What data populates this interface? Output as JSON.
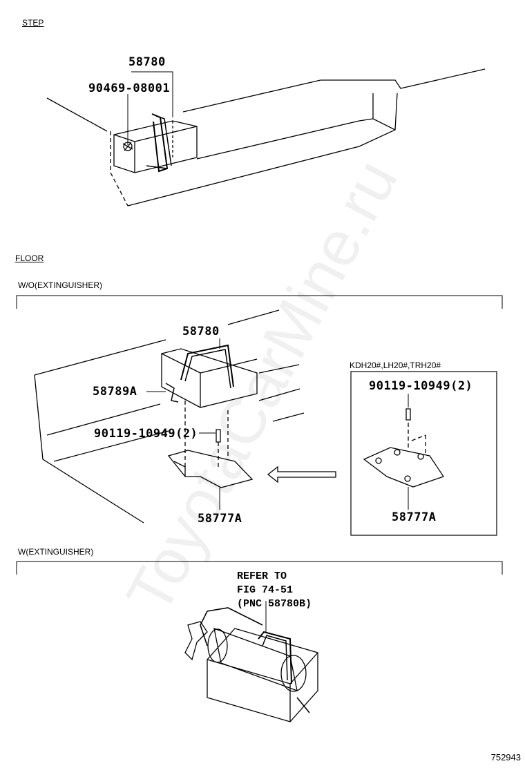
{
  "sections": {
    "step": "STEP",
    "floor": "FLOOR",
    "without_extinguisher": "W/O(EXTINGUISHER)",
    "with_extinguisher": "W(EXTINGUISHER)"
  },
  "step_parts": {
    "bracket": "58780",
    "clip": "90469-08001"
  },
  "floor_parts": {
    "bracket": "58780",
    "band": "58789A",
    "bolt": "90119-10949(2)",
    "plate": "58777A"
  },
  "variant": {
    "models": "KDH20#,LH20#,TRH20#",
    "bolt": "90119-10949(2)",
    "plate": "58777A"
  },
  "refer": {
    "line1": "REFER TO",
    "line2": "FIG 74-51",
    "line3": "(PNC 58780B)"
  },
  "watermark": "ToyotaCarMine.ru",
  "figure_number": "752943"
}
